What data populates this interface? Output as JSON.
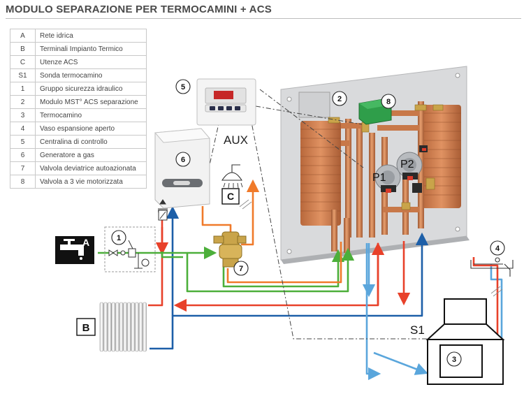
{
  "title": "MODULO SEPARAZIONE PER TERMOCAMINI + ACS",
  "legend": [
    {
      "key": "A",
      "label": "Rete idrica"
    },
    {
      "key": "B",
      "label": "Terminali Impianto Termico"
    },
    {
      "key": "C",
      "label": "Utenze ACS"
    },
    {
      "key": "S1",
      "label": "Sonda termocamino"
    },
    {
      "key": "1",
      "label": "Gruppo  sicurezza idraulico"
    },
    {
      "key": "2",
      "label": "Modulo MST° ACS separazione"
    },
    {
      "key": "3",
      "label": "Termocamino"
    },
    {
      "key": "4",
      "label": "Vaso espansione aperto"
    },
    {
      "key": "5",
      "label": "Centralina di controllo"
    },
    {
      "key": "6",
      "label": "Generatore a gas"
    },
    {
      "key": "7",
      "label": "Valvola deviatrice autoazionata"
    },
    {
      "key": "8",
      "label": "Valvola a 3 vie motorizzata"
    }
  ],
  "labels": {
    "aux": "AUX",
    "p1": "P1",
    "p2": "P2",
    "s1": "S1",
    "box_a": "A",
    "box_b": "B",
    "box_c": "C",
    "n1": "1",
    "n2": "2",
    "n3": "3",
    "n4": "4",
    "n5": "5",
    "n6": "6",
    "n7": "7",
    "n8": "8"
  },
  "colors": {
    "hot_pipe": "#e8412a",
    "cold_pipe": "#1d5fa8",
    "light_blue_pipe": "#5aa6dc",
    "green_pipe": "#4caf3a",
    "orange_pipe": "#f07a2a",
    "copper": "#c87849",
    "panel": "#d9dadc"
  }
}
